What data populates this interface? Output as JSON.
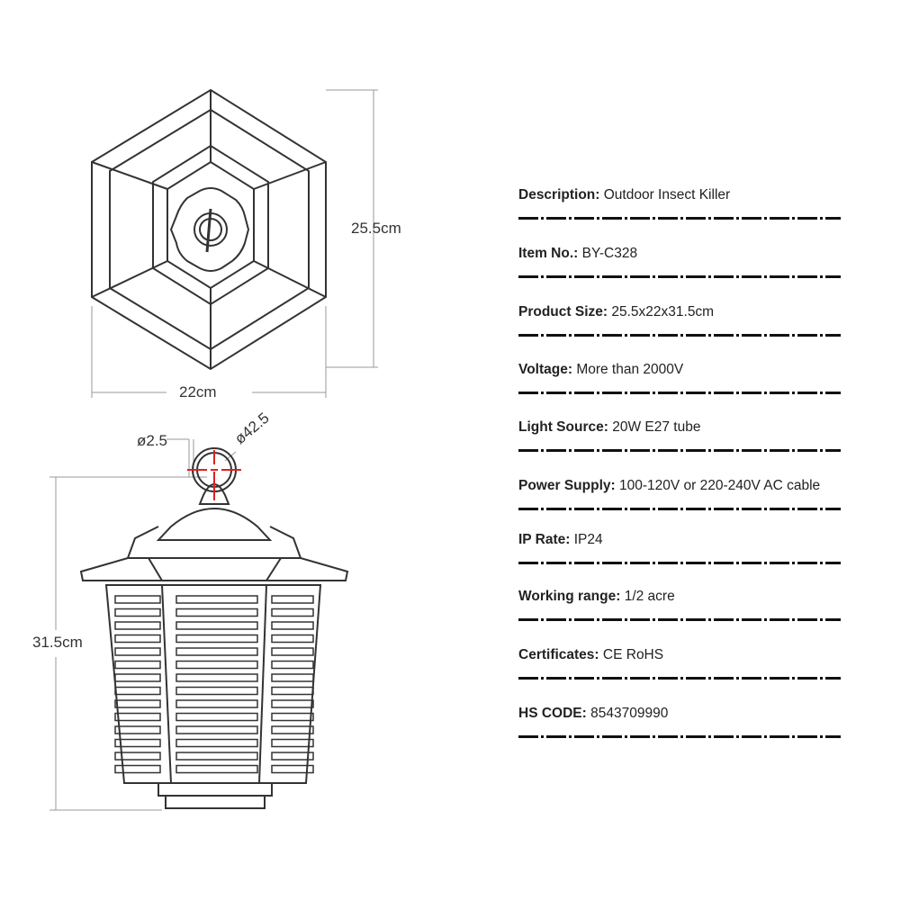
{
  "dimensions": {
    "height_top": "25.5cm",
    "width_top": "22cm",
    "height_side": "31.5cm",
    "hook_wire": "ø2.5",
    "hook_ring": "ø42.5"
  },
  "specs": [
    {
      "label": "Description:",
      "value": "Outdoor Insect Killer"
    },
    {
      "label": "Item No.:",
      "value": "BY-C328"
    },
    {
      "label": "Product Size:",
      "value": "25.5x22x31.5cm"
    },
    {
      "label": "Voltage:",
      "value": "More than 2000V"
    },
    {
      "label": "Light Source:",
      "value": "20W E27 tube"
    },
    {
      "label": "Power Supply:",
      "value": "100-120V or 220-240V AC cable"
    },
    {
      "label": "IP Rate:",
      "value": "IP24"
    },
    {
      "label": "Working range:",
      "value": "1/2 acre"
    },
    {
      "label": "Certificates:",
      "value": "CE RoHS"
    },
    {
      "label": "HS CODE:",
      "value": "8543709990"
    }
  ],
  "colors": {
    "line": "#333333",
    "centerline": "#e02020"
  }
}
